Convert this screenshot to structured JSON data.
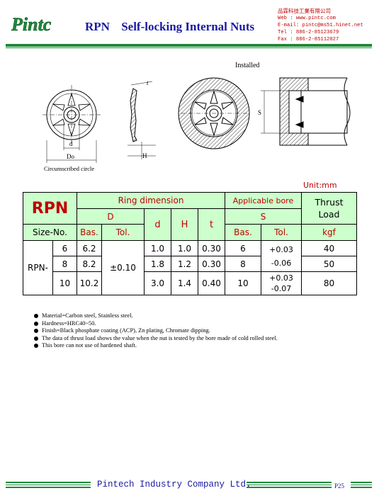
{
  "header": {
    "logo_text": "Pintc",
    "product_code": "RPN",
    "product_title": "Self-locking Internal Nuts",
    "company_cn": "品霖科技工業有限公司",
    "web": "Web : www.pintc.com",
    "email": "E-mail: pintc@ms51.hinet.net",
    "tel": "Tel : 886-2-85123679",
    "fax": "Fax : 886-2-85112027"
  },
  "drawing": {
    "installed_label": "Installed",
    "circumscribed_label": "Circumscribed circle",
    "dim_d": "d",
    "dim_Do": "Do",
    "dim_t": "t",
    "dim_H": "H",
    "dim_S": "S"
  },
  "unit": "Unit:mm",
  "table": {
    "rpn": "RPN",
    "ring_dimension": "Ring dimension",
    "applicable_bore": "Applicable bore",
    "thrust_load": "Thrust Load",
    "D": "D",
    "d": "d",
    "H": "H",
    "t": "t",
    "S": "S",
    "size_no": "Size-No.",
    "bas1": "Bas.",
    "tol1": "Tol.",
    "bas2": "Bas.",
    "tol2": "Tol.",
    "kgf": "kgf",
    "series": "RPN-",
    "d_tol": "±0.10",
    "rows": [
      {
        "size": "6",
        "D": "6.2",
        "d": "1.0",
        "H": "1.0",
        "t": "0.30",
        "S": "6",
        "kgf": "40"
      },
      {
        "size": "8",
        "D": "8.2",
        "d": "1.8",
        "H": "1.2",
        "t": "0.30",
        "S": "8",
        "kgf": "50"
      },
      {
        "size": "10",
        "D": "10.2",
        "d": "3.0",
        "H": "1.4",
        "t": "0.40",
        "S": "10",
        "kgf": "80"
      }
    ],
    "s_tol_a_plus": "+0.03",
    "s_tol_a_minus": "-0.06",
    "s_tol_b_plus": "+0.03",
    "s_tol_b_minus": "-0.07"
  },
  "notes": [
    "Material=Carbon steel,  Stainless steel.",
    "Hardness=HRC40~50.",
    "Finish=Black phosphate coating (ACP), Zn plating, Chromate dipping.",
    "The data of thrust load shows the value when the nut is tested by the bore made of cold rolled steel.",
    "This bore can not use of hardened shaft."
  ],
  "footer": {
    "company": "Pintech Industry Company Ltd.",
    "page": "P25"
  },
  "colors": {
    "green_line": "#1e8a3a",
    "title_blue": "#1a1aa0",
    "accent_red": "#c00000",
    "table_green": "#ccffcc"
  }
}
